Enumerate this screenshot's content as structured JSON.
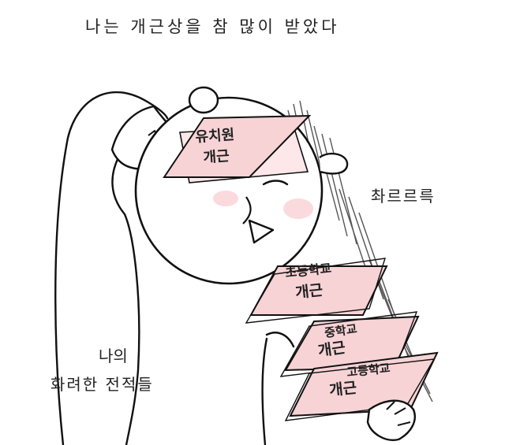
{
  "title": "나는 개근상을 참 많이 받았다",
  "sfx": "촤르르륵",
  "caption": {
    "line1": "나의",
    "line2": "화려한 전적들"
  },
  "awards": [
    {
      "school": "유치원",
      "award": "개근"
    },
    {
      "school": "초등학교",
      "award": "개근"
    },
    {
      "school": "중학교",
      "award": "개근"
    },
    {
      "school": "고등학교",
      "award": "개근"
    }
  ],
  "colors": {
    "paper": "#f7d3d6",
    "blush": "#fadadd",
    "ink": "#111111"
  }
}
